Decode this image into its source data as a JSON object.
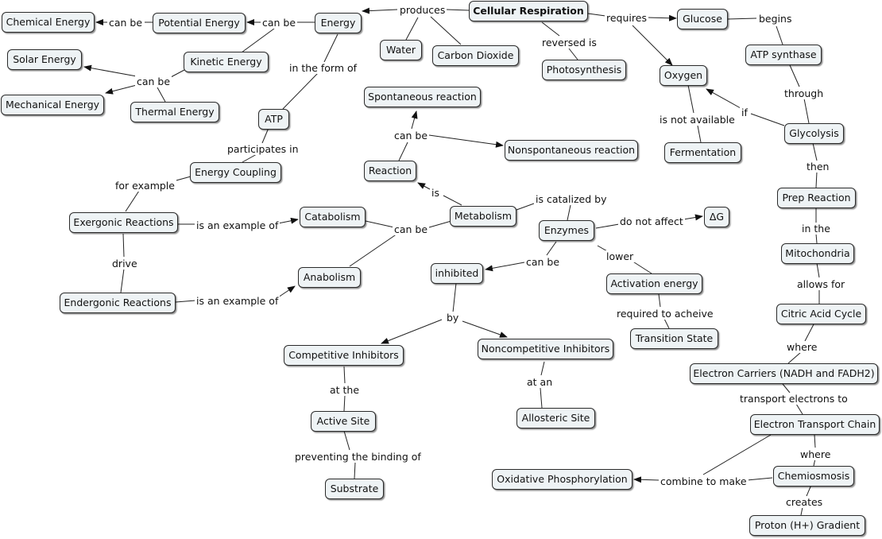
{
  "nodes": {
    "cellular_respiration": "Cellular Respiration",
    "energy": "Energy",
    "potential_energy": "Potential Energy",
    "chemical_energy": "Chemical Energy",
    "kinetic_energy": "Kinetic Energy",
    "solar_energy": "Solar Energy",
    "mechanical_energy": "Mechanical Energy",
    "thermal_energy": "Thermal Energy",
    "water": "Water",
    "carbon_dioxide": "Carbon Dioxide",
    "photosynthesis": "Photosynthesis",
    "glucose": "Glucose",
    "atp_synthase": "ATP synthase",
    "oxygen": "Oxygen",
    "glycolysis": "Glycolysis",
    "fermentation": "Fermentation",
    "atp": "ATP",
    "energy_coupling": "Energy Coupling",
    "exergonic_reactions": "Exergonic Reactions",
    "endergonic_reactions": "Endergonic Reactions",
    "catabolism": "Catabolism",
    "anabolism": "Anabolism",
    "spontaneous_reaction": "Spontaneous reaction",
    "nonspontaneous_reaction": "Nonspontaneous reaction",
    "reaction": "Reaction",
    "metabolism": "Metabolism",
    "enzymes": "Enzymes",
    "delta_g": "ΔG",
    "inhibited": "inhibited",
    "activation_energy": "Activation energy",
    "transition_state": "Transition State",
    "competitive_inhibitors": "Competitive Inhibitors",
    "noncompetitive_inhibitors": "Noncompetitive Inhibitors",
    "active_site": "Active Site",
    "allosteric_site": "Allosteric Site",
    "substrate": "Substrate",
    "prep_reaction": "Prep Reaction",
    "mitochondria": "Mitochondria",
    "citric_acid_cycle": "Citric Acid Cycle",
    "electron_carriers": "Electron Carriers (NADH and FADH2)",
    "electron_transport_chain": "Electron Transport Chain",
    "chemiosmosis": "Chemiosmosis",
    "oxidative_phosphorylation": "Oxidative Phosphorylation",
    "proton_gradient": "Proton (H+) Gradient"
  },
  "links": {
    "produces": "produces",
    "requires": "requires",
    "begins": "begins",
    "reversed_is": "reversed is",
    "energy_can_be": "can be",
    "potential_can_be": "can be",
    "kinetic_thermal_can_be": "can be",
    "in_the_form_of": "in the form of",
    "through": "through",
    "if": "if",
    "is_not_available": "is not available",
    "participates_in": "participates in",
    "for_example": "for example",
    "drive": "drive",
    "exergonic_is_an_example_of": "is an example of",
    "endergonic_is_an_example_of": "is an example of",
    "reaction_can_be": "can be",
    "is": "is",
    "is_catalized_by": "is catalized by",
    "metabolism_can_be": "can be",
    "do_not_affect": "do not affect",
    "enzymes_can_be": "can be",
    "lower": "lower",
    "required_to_acheive": "required to acheive",
    "by": "by",
    "at_the": "at the",
    "at_an": "at an",
    "preventing_the_binding_of": "preventing the binding of",
    "then": "then",
    "in_the": "in the",
    "allows_for": "allows for",
    "where_1": "where",
    "transport_electrons_to": "transport electrons to",
    "where_2": "where",
    "combine_to_make": "combine to make",
    "creates": "creates"
  }
}
